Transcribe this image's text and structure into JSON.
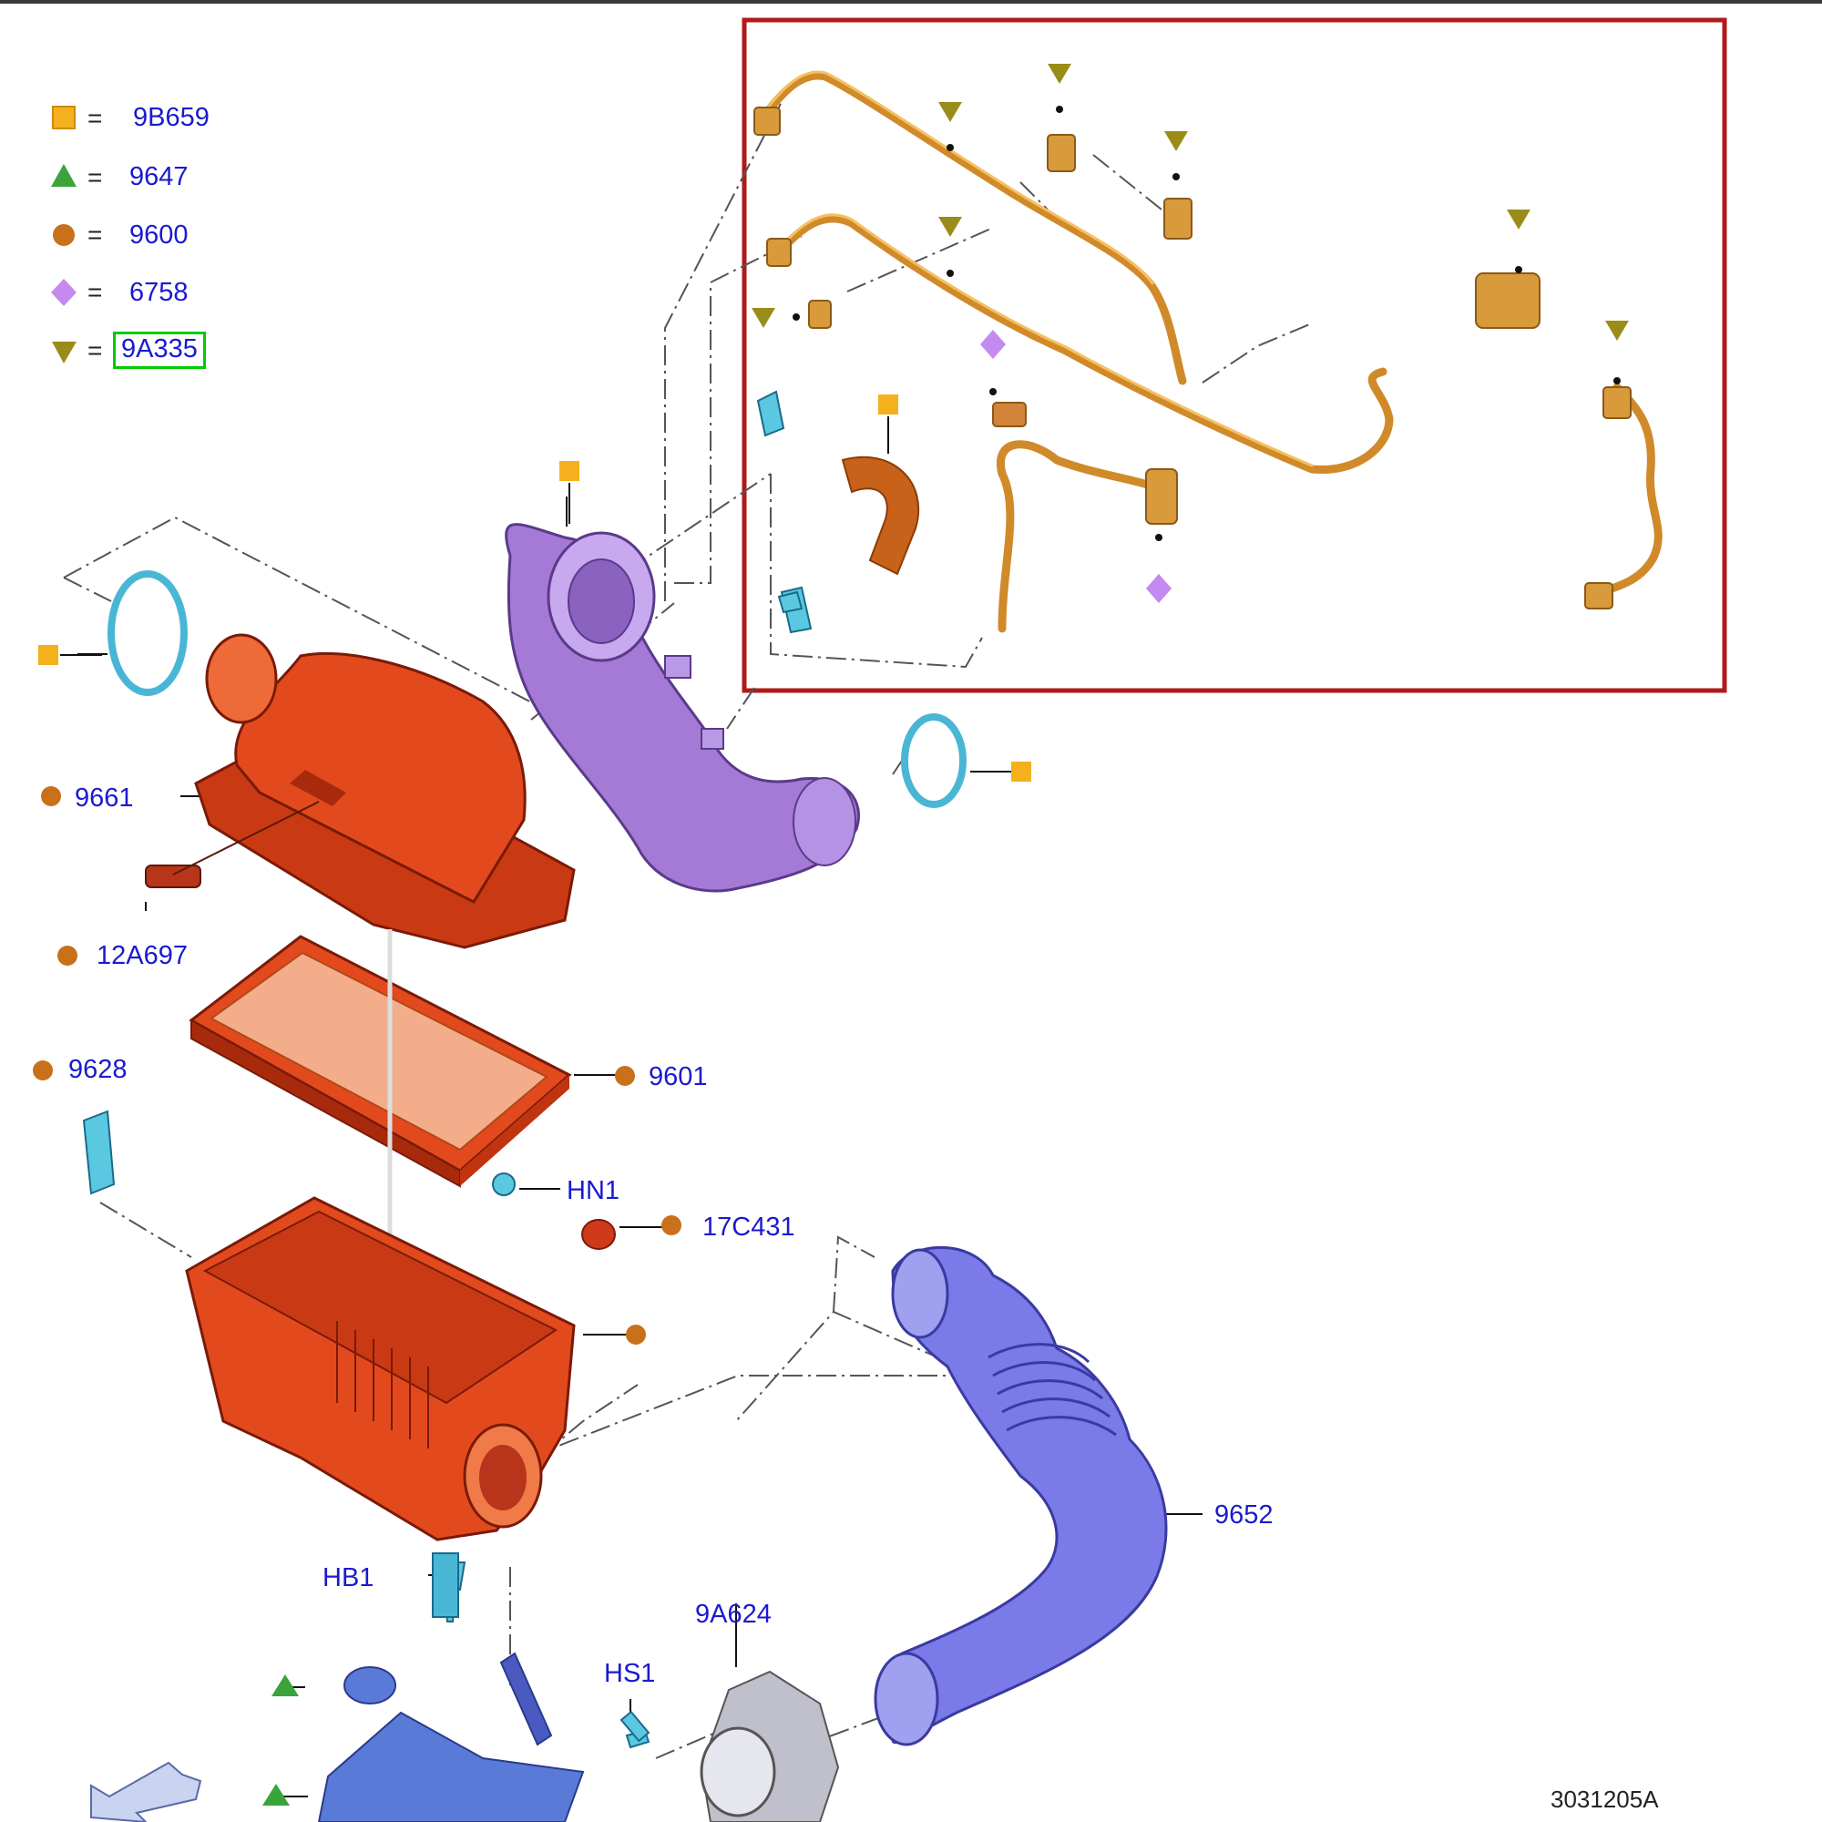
{
  "colors": {
    "square": "#f5b01e",
    "triangle": "#3aa43a",
    "circle": "#c8701a",
    "diamond": "#c48af0",
    "down_triangle": "#9a8c18",
    "frame": "#b01a1a",
    "highlight": "#00cc00",
    "label_text": "#1a1ad0"
  },
  "legend": [
    {
      "symbol": "square",
      "eq": "=",
      "code": "9B659"
    },
    {
      "symbol": "triangle",
      "eq": "=",
      "code": "9647"
    },
    {
      "symbol": "circle",
      "eq": "=",
      "code": "9600"
    },
    {
      "symbol": "diamond",
      "eq": "=",
      "code": "6758"
    },
    {
      "symbol": "down-triangle",
      "eq": "=",
      "code": "9A335"
    }
  ],
  "labels": {
    "air_cleaner_cover": "9661",
    "sensor": "12A697",
    "clamp_bracket": "9628",
    "filter_element": "9601",
    "nut": "HN1",
    "grommet": "17C431",
    "outlet_tube": "9652",
    "bolt_hb": "HB1",
    "mass_air_sensor": "9A624",
    "screw_hs": "HS1"
  },
  "diagram_ref": "3031205A"
}
